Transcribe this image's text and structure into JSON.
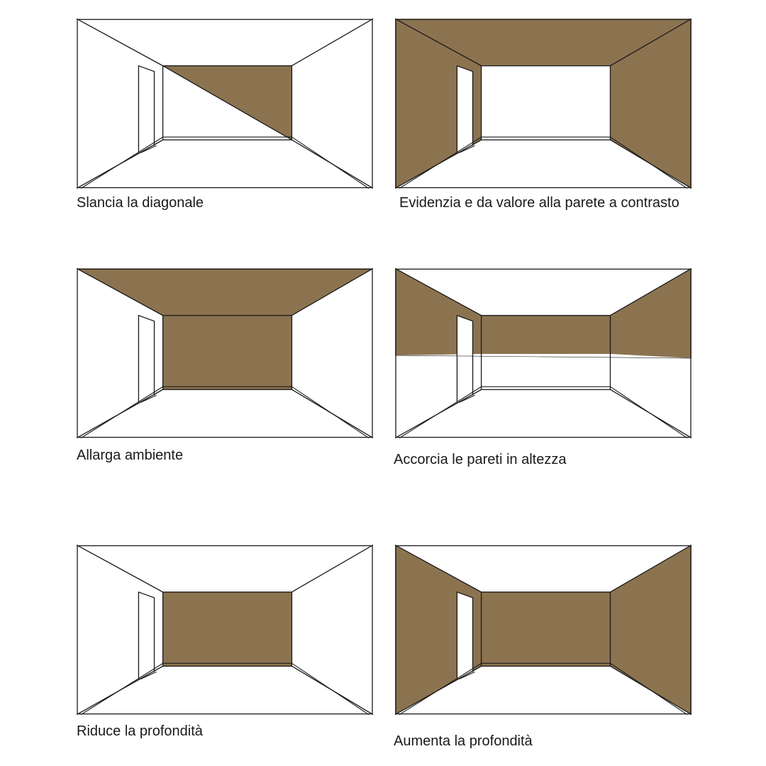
{
  "accent_color": "#8c7350",
  "line_color": "#1a1a1a",
  "panels": [
    {
      "caption": "Slancia la diagonale",
      "highlight": "diagonal-back-wall"
    },
    {
      "caption": "Evidenzia e da valore alla parete a contrasto",
      "highlight": "ceiling-and-side-walls"
    },
    {
      "caption": "Allarga ambiente",
      "highlight": "ceiling-and-back-wall"
    },
    {
      "caption": "Accorcia le pareti in altezza",
      "highlight": "upper-band-of-all-walls"
    },
    {
      "caption": "Riduce la profondità",
      "highlight": "back-wall"
    },
    {
      "caption": "Aumenta la profondità",
      "highlight": "back-and-side-walls"
    }
  ]
}
